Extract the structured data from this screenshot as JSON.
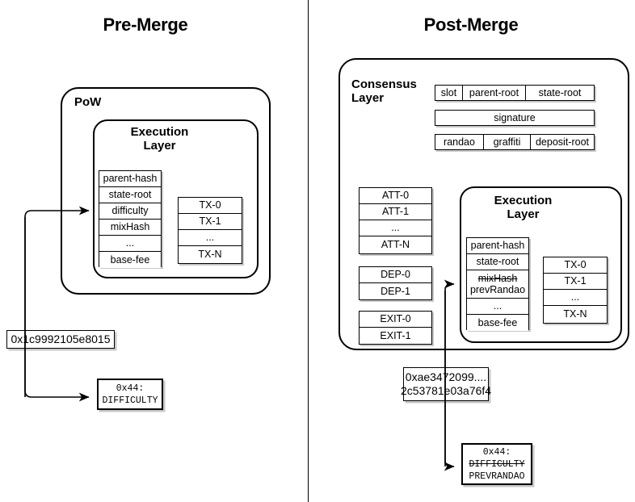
{
  "panels": {
    "pre": {
      "title": "Pre-Merge"
    },
    "post": {
      "title": "Post-Merge"
    }
  },
  "pre_merge": {
    "outer_label": "PoW",
    "execution_layer_label": "Execution\nLayer",
    "header_fields": [
      "parent-hash",
      "state-root",
      "difficulty",
      "mixHash",
      "...",
      "base-fee"
    ],
    "transactions": [
      "TX-0",
      "TX-1",
      "...",
      "TX-N"
    ],
    "hash_label": "0x1c9992105e8015",
    "opcode": {
      "line1": "0x44:",
      "line2": "DIFFICULTY"
    }
  },
  "post_merge": {
    "consensus_layer_label": "Consensus\nLayer",
    "execution_layer_label": "Execution\nLayer",
    "consensus_rows": [
      {
        "segments": [
          "slot",
          "parent-root",
          "state-root"
        ]
      },
      {
        "segments": [
          "signature"
        ]
      },
      {
        "segments": [
          "randao",
          "graffiti",
          "deposit-root"
        ]
      }
    ],
    "attestations": [
      "ATT-0",
      "ATT-1",
      "...",
      "ATT-N"
    ],
    "deposits": [
      "DEP-0",
      "DEP-1"
    ],
    "exits": [
      "EXIT-0",
      "EXIT-1"
    ],
    "header_fields": [
      "parent-hash",
      "state-root",
      "mixHash",
      "prevRandao",
      "...",
      "base-fee"
    ],
    "header_field_mixhash_struck": "mixHash",
    "header_field_prevrandao": "prevRandao",
    "transactions": [
      "TX-0",
      "TX-1",
      "...",
      "TX-N"
    ],
    "hash_label": {
      "line1": "0xae3472099....",
      "line2": "2c53781e03a76f4"
    },
    "opcode": {
      "line1": "0x44:",
      "line2_struck": "DIFFICULTY",
      "line3": "PREVRANDAO"
    }
  },
  "colors": {
    "stroke": "#000000",
    "background": "#ffffff",
    "shadow": "rgba(0,0,0,0.22)"
  }
}
